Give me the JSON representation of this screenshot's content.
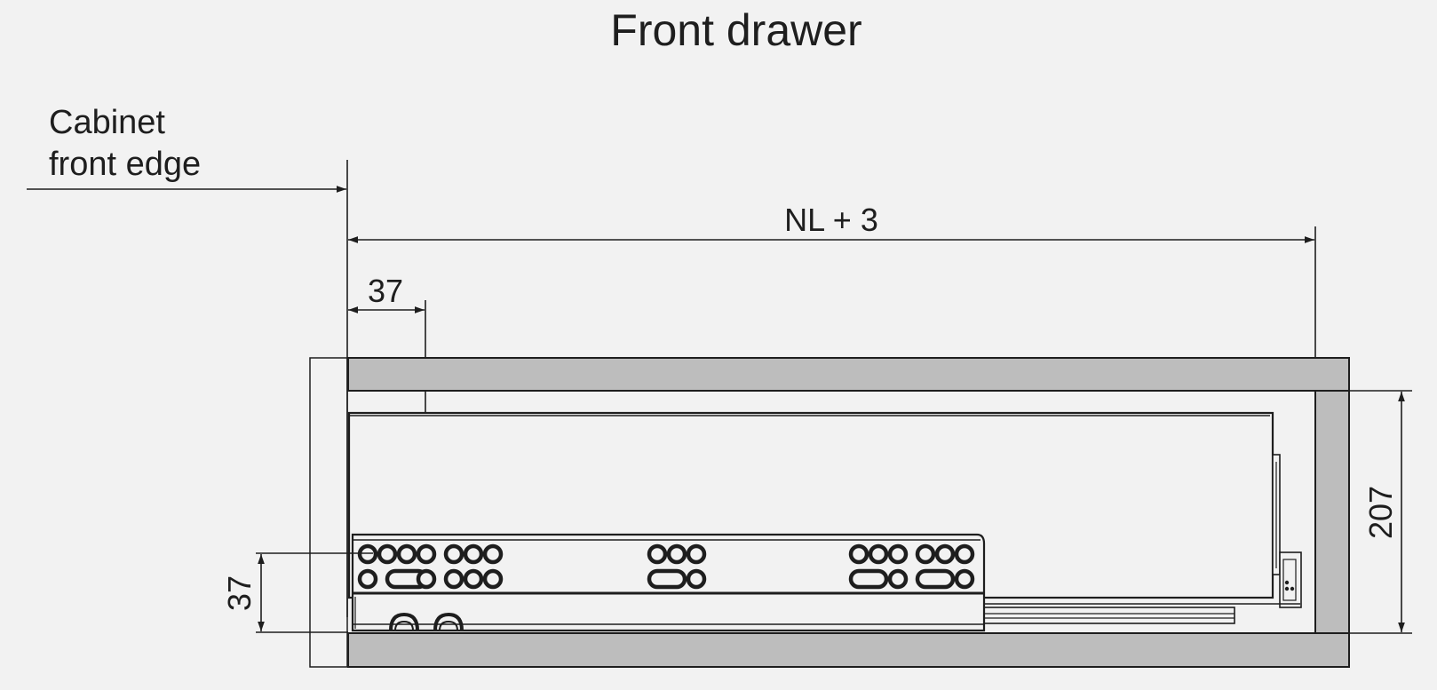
{
  "title": "Front drawer",
  "cabinet_label": {
    "line1": "Cabinet",
    "line2": "front edge"
  },
  "dimensions": {
    "overall_length": "NL + 3",
    "front_offset": "37",
    "bottom_offset": "37",
    "side_height": "207"
  },
  "colors": {
    "background": "#f2f2f2",
    "panel_fill": "#bdbdbd",
    "line": "#1e1e1e"
  }
}
